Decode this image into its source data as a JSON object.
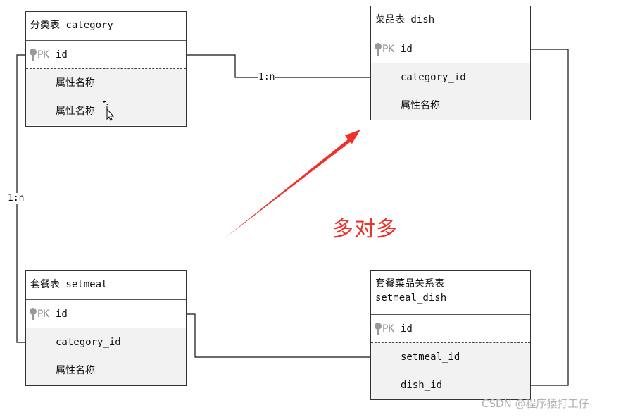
{
  "colors": {
    "accent": "#f0312a",
    "pk_tag": "#888888",
    "attr_bg": "#f2f2f2",
    "border": "#333333"
  },
  "entities": {
    "category": {
      "title": "分类表 category",
      "pk_tag": "PK",
      "pk_field": "id",
      "attrs": [
        "属性名称",
        "属性名称"
      ]
    },
    "dish": {
      "title": "菜品表 dish",
      "pk_tag": "PK",
      "pk_field": "id",
      "attrs": [
        "category_id",
        "属性名称"
      ]
    },
    "setmeal": {
      "title": "套餐表 setmeal",
      "pk_tag": "PK",
      "pk_field": "id",
      "attrs": [
        "category_id",
        "属性名称"
      ]
    },
    "setmeal_dish": {
      "title_line1": "套餐菜品关系表",
      "title_line2": "setmeal_dish",
      "pk_tag": "PK",
      "pk_field": "id",
      "attrs": [
        "setmeal_id",
        "dish_id"
      ]
    }
  },
  "relations": {
    "category_dish_label": "1:n",
    "category_setmeal_label": "1:n"
  },
  "annotation": {
    "text": "多对多",
    "icon": "red-arrow-icon"
  },
  "watermark": "CSDN @程序猿打工仔"
}
